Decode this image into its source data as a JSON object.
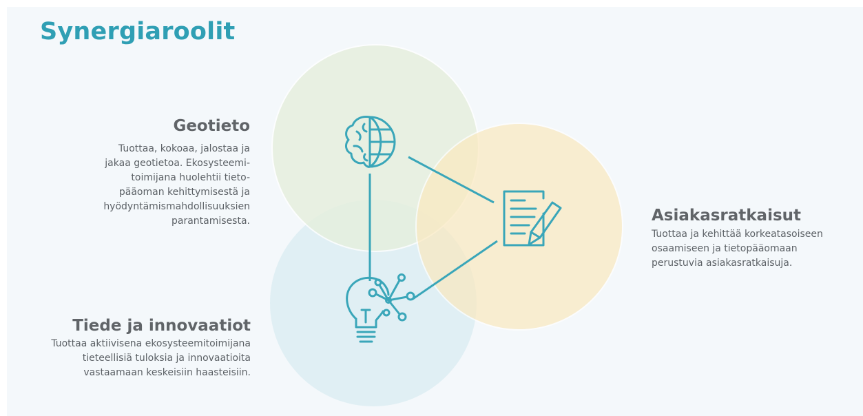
{
  "title": "Synergiaroolit",
  "colors": {
    "accent": "#2f9fb4",
    "circle_green": "#e8f0e0",
    "circle_blue": "#d9ecf2",
    "circle_yellow": "#fbecc7",
    "icon_stroke": "#3aa6b9"
  },
  "icons": {
    "geotieto": "brain-globe-icon",
    "tiede": "lightbulb-network-icon",
    "asiakas": "document-pencil-icon"
  },
  "sections": {
    "geotieto": {
      "heading": "Geotieto",
      "text": "Tuottaa, kokoaa, jalostaa ja\njakaa geotietoa. Ekosysteemi-\ntoimijana huolehtii tieto-\npääoman kehittymisestä ja\nhyödyntämismahdollisuuksien\nparantamisesta."
    },
    "tiede": {
      "heading": "Tiede ja innovaatiot",
      "text": "Tuottaa aktiivisena ekosysteemitoimijana\ntieteellisiä tuloksia ja innovaatioita\nvastaamaan keskeisiin haasteisiin."
    },
    "asiakas": {
      "heading": "Asiakasratkaisut",
      "text": "Tuottaa ja kehittää korkeatasoiseen\nosaamiseen ja tietopääomaan\nperustuvia asiakasratkaisuja."
    }
  }
}
